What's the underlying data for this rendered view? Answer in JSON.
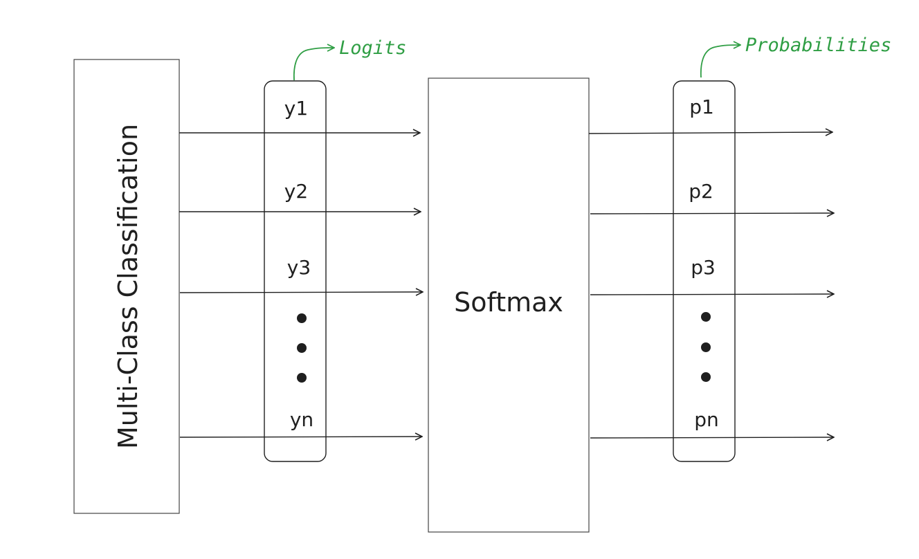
{
  "diagram": {
    "classifier_label": "Multi-Class Classification",
    "softmax_label": "Softmax",
    "logits_annotation": "Logits",
    "probabilities_annotation": "Probabilities",
    "logits": [
      "y1",
      "y2",
      "y3",
      "yn"
    ],
    "probabilities": [
      "p1",
      "p2",
      "p3",
      "pn"
    ],
    "colors": {
      "stroke": "#1f1f1f",
      "box_border": "#444444",
      "annotation": "#2f9e44"
    }
  }
}
